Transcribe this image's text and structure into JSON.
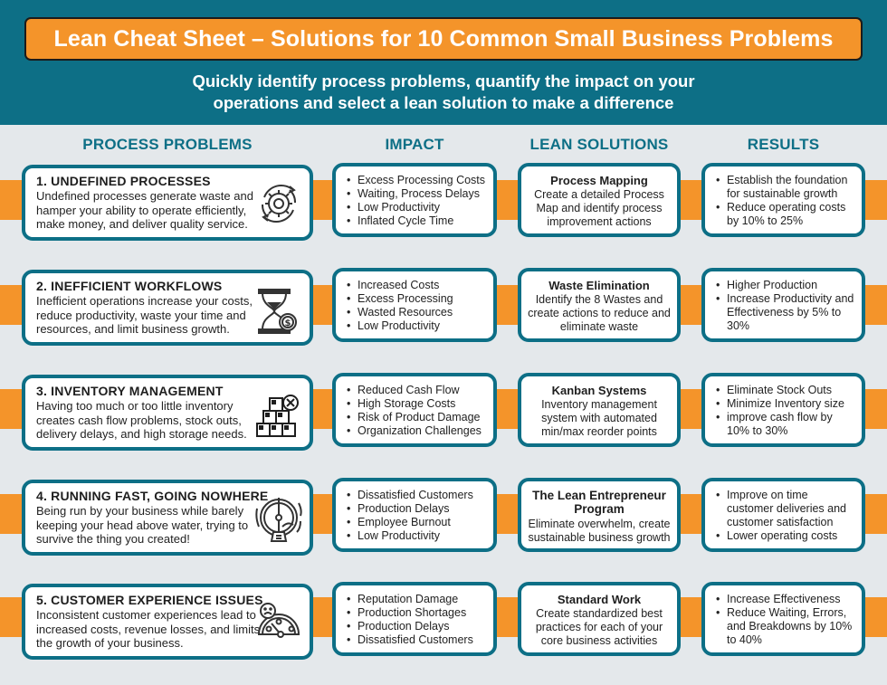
{
  "header": {
    "title": "Lean Cheat Sheet – Solutions for 10 Common Small Business Problems",
    "subtitle_line1": "Quickly identify process problems, quantify the impact on your",
    "subtitle_line2": "operations and select a lean solution to make a difference"
  },
  "columns": {
    "problems": "PROCESS PROBLEMS",
    "impact": "IMPACT",
    "solutions": "LEAN SOLUTIONS",
    "results": "RESULTS"
  },
  "colors": {
    "teal": "#0d6f86",
    "orange": "#f4942a",
    "background": "#e4e8eb"
  },
  "rows": [
    {
      "problem": {
        "title": "1. UNDEFINED PROCESSES",
        "description": "Undefined processes generate waste and hamper your ability to operate efficiently, make money, and deliver quality service.",
        "icon": "gear-cycle-icon"
      },
      "impact": [
        "Excess Processing Costs",
        "Waiting, Process Delays",
        "Low Productivity",
        "Inflated Cycle Time"
      ],
      "solution": {
        "title": "Process Mapping",
        "description": "Create a detailed Process Map and identify process improvement actions"
      },
      "results": [
        "Establish the foundation for sustainable growth",
        "Reduce operating costs by 10% to 25%"
      ]
    },
    {
      "problem": {
        "title": "2. INEFFICIENT WORKFLOWS",
        "description": "Inefficient operations increase your costs, reduce productivity, waste your time and resources, and limit business growth.",
        "icon": "hourglass-dollar-icon"
      },
      "impact": [
        "Increased Costs",
        "Excess Processing",
        "Wasted Resources",
        "Low Productivity"
      ],
      "solution": {
        "title": "Waste Elimination",
        "description": "Identify the 8 Wastes and create actions to reduce and eliminate waste"
      },
      "results": [
        "Higher Production",
        "Increase Productivity and Effectiveness by 5% to 30%"
      ]
    },
    {
      "problem": {
        "title": "3. INVENTORY MANAGEMENT",
        "description": "Having too much or too little inventory creates cash flow problems, stock outs, delivery delays, and high storage needs.",
        "icon": "boxes-x-icon"
      },
      "impact": [
        "Reduced Cash Flow",
        "High Storage Costs",
        "Risk of Product Damage",
        "Organization Challenges"
      ],
      "solution": {
        "title": "Kanban Systems",
        "description": "Inventory management system with automated min/max reorder points"
      },
      "results": [
        "Eliminate Stock Outs",
        "Minimize Inventory size",
        "improve cash flow by 10% to 30%"
      ]
    },
    {
      "problem": {
        "title": "4. RUNNING FAST, GOING NOWHERE",
        "description": "Being run by your business while barely keeping your head above water, trying to survive the thing you created!",
        "icon": "hamster-wheel-icon"
      },
      "impact": [
        "Dissatisfied Customers",
        "Production Delays",
        "Employee Burnout",
        "Low Productivity"
      ],
      "solution": {
        "title": "The Lean Entrepreneur Program",
        "description": "Eliminate overwhelm, create sustainable business growth"
      },
      "results": [
        "Improve on time customer deliveries and customer satisfaction",
        "Lower operating costs"
      ]
    },
    {
      "problem": {
        "title": "5. CUSTOMER EXPERIENCE ISSUES",
        "description": "Inconsistent customer experiences lead to increased costs, revenue losses, and limits the growth of your business.",
        "icon": "sad-gauge-icon"
      },
      "impact": [
        "Reputation Damage",
        "Production Shortages",
        "Production Delays",
        "Dissatisfied Customers"
      ],
      "solution": {
        "title": "Standard Work",
        "description": "Create standardized best practices for each of your core business activities"
      },
      "results": [
        "Increase Effectiveness",
        "Reduce Waiting, Errors, and Breakdowns by 10% to 40%"
      ]
    }
  ]
}
